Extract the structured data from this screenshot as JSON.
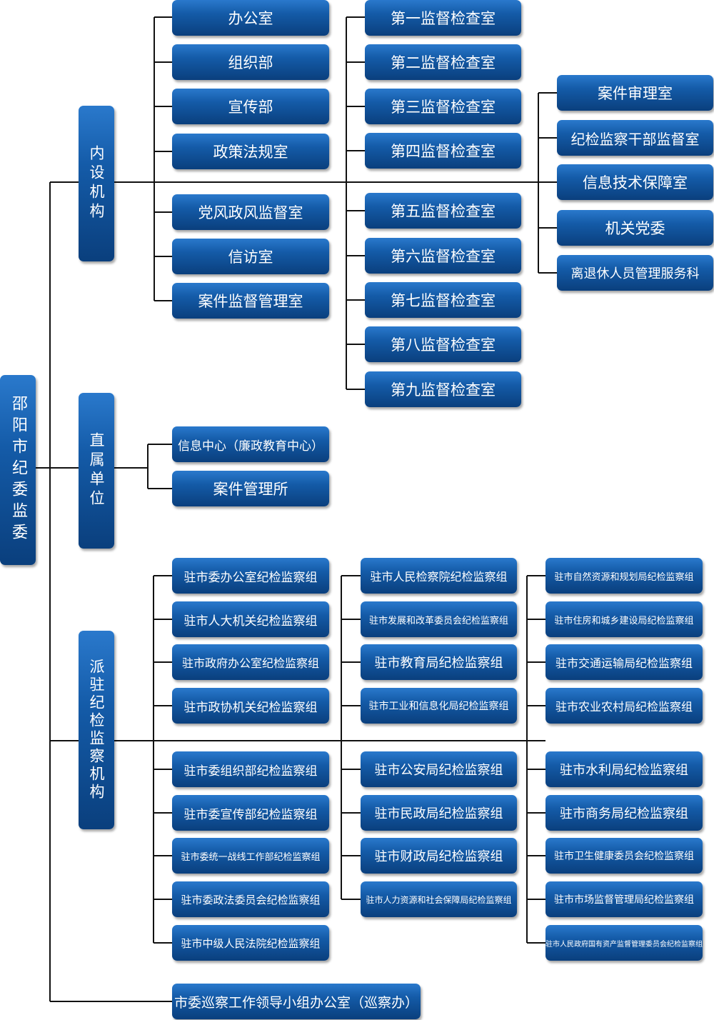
{
  "root": {
    "label": "邵阳市纪委监委"
  },
  "categories": [
    {
      "label": "内设机构"
    },
    {
      "label": "直属单位"
    },
    {
      "label": "派驻纪检监察机构"
    }
  ],
  "internal": {
    "col1": [
      "办公室",
      "组织部",
      "宣传部",
      "政策法规室",
      "党风政风监督室",
      "信访室",
      "案件监督管理室"
    ],
    "col2": [
      "第一监督检查室",
      "第二监督检查室",
      "第三监督检查室",
      "第四监督检查室",
      "第五监督检查室",
      "第六监督检查室",
      "第七监督检查室",
      "第八监督检查室",
      "第九监督检查室"
    ],
    "col3": [
      "案件审理室",
      "纪检监察干部监督室",
      "信息技术保障室",
      "机关党委",
      "离退休人员管理服务科"
    ]
  },
  "direct": [
    "信息中心（廉政教育中心）",
    "案件管理所"
  ],
  "dispatched": {
    "col1": [
      "驻市委办公室纪检监察组",
      "驻市人大机关纪检监察组",
      "驻市政府办公室纪检监察组",
      "驻市政协机关纪检监察组",
      "驻市委组织部纪检监察组",
      "驻市委宣传部纪检监察组",
      "驻市委统一战线工作部纪检监察组",
      "驻市委政法委员会纪检监察组",
      "驻市中级人民法院纪检监察组"
    ],
    "col2": [
      "驻市人民检察院纪检监察组",
      "驻市发展和改革委员会纪检监察组",
      "驻市教育局纪检监察组",
      "驻市工业和信息化局纪检监察组",
      "驻市公安局纪检监察组",
      "驻市民政局纪检监察组",
      "驻市财政局纪检监察组",
      "驻市人力资源和社会保障局纪检监察组"
    ],
    "col3": [
      "驻市自然资源和规划局纪检监察组",
      "驻市住房和城乡建设局纪检监察组",
      "驻市交通运输局纪检监察组",
      "驻市农业农村局纪检监察组",
      "驻市水利局纪检监察组",
      "驻市商务局纪检监察组",
      "驻市卫生健康委员会纪检监察组",
      "驻市市场监督管理局纪检监察组",
      "驻市人民政府国有资产监督管理委员会纪检监察组"
    ]
  },
  "inspection_office": {
    "label": "市委巡察工作领导小组办公室（巡察办）"
  }
}
